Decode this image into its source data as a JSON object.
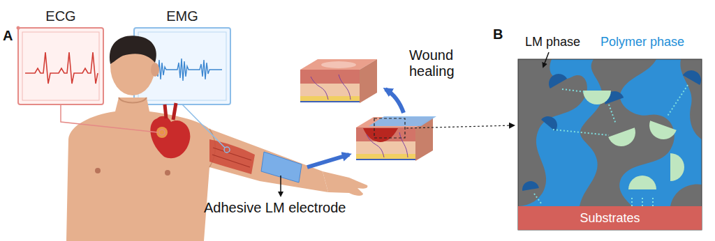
{
  "diagram": {
    "nodes": [
      {
        "text": [
          "ECG"
        ]
      },
      {
        "text": [
          "EMG"
        ]
      },
      {
        "text": [
          "Substrates"
        ]
      }
    ],
    "labels": [
      "A",
      "Wound healing",
      "Adhesive LM electrode",
      "B",
      "LM phase",
      "Polymer phase"
    ]
  }
}
